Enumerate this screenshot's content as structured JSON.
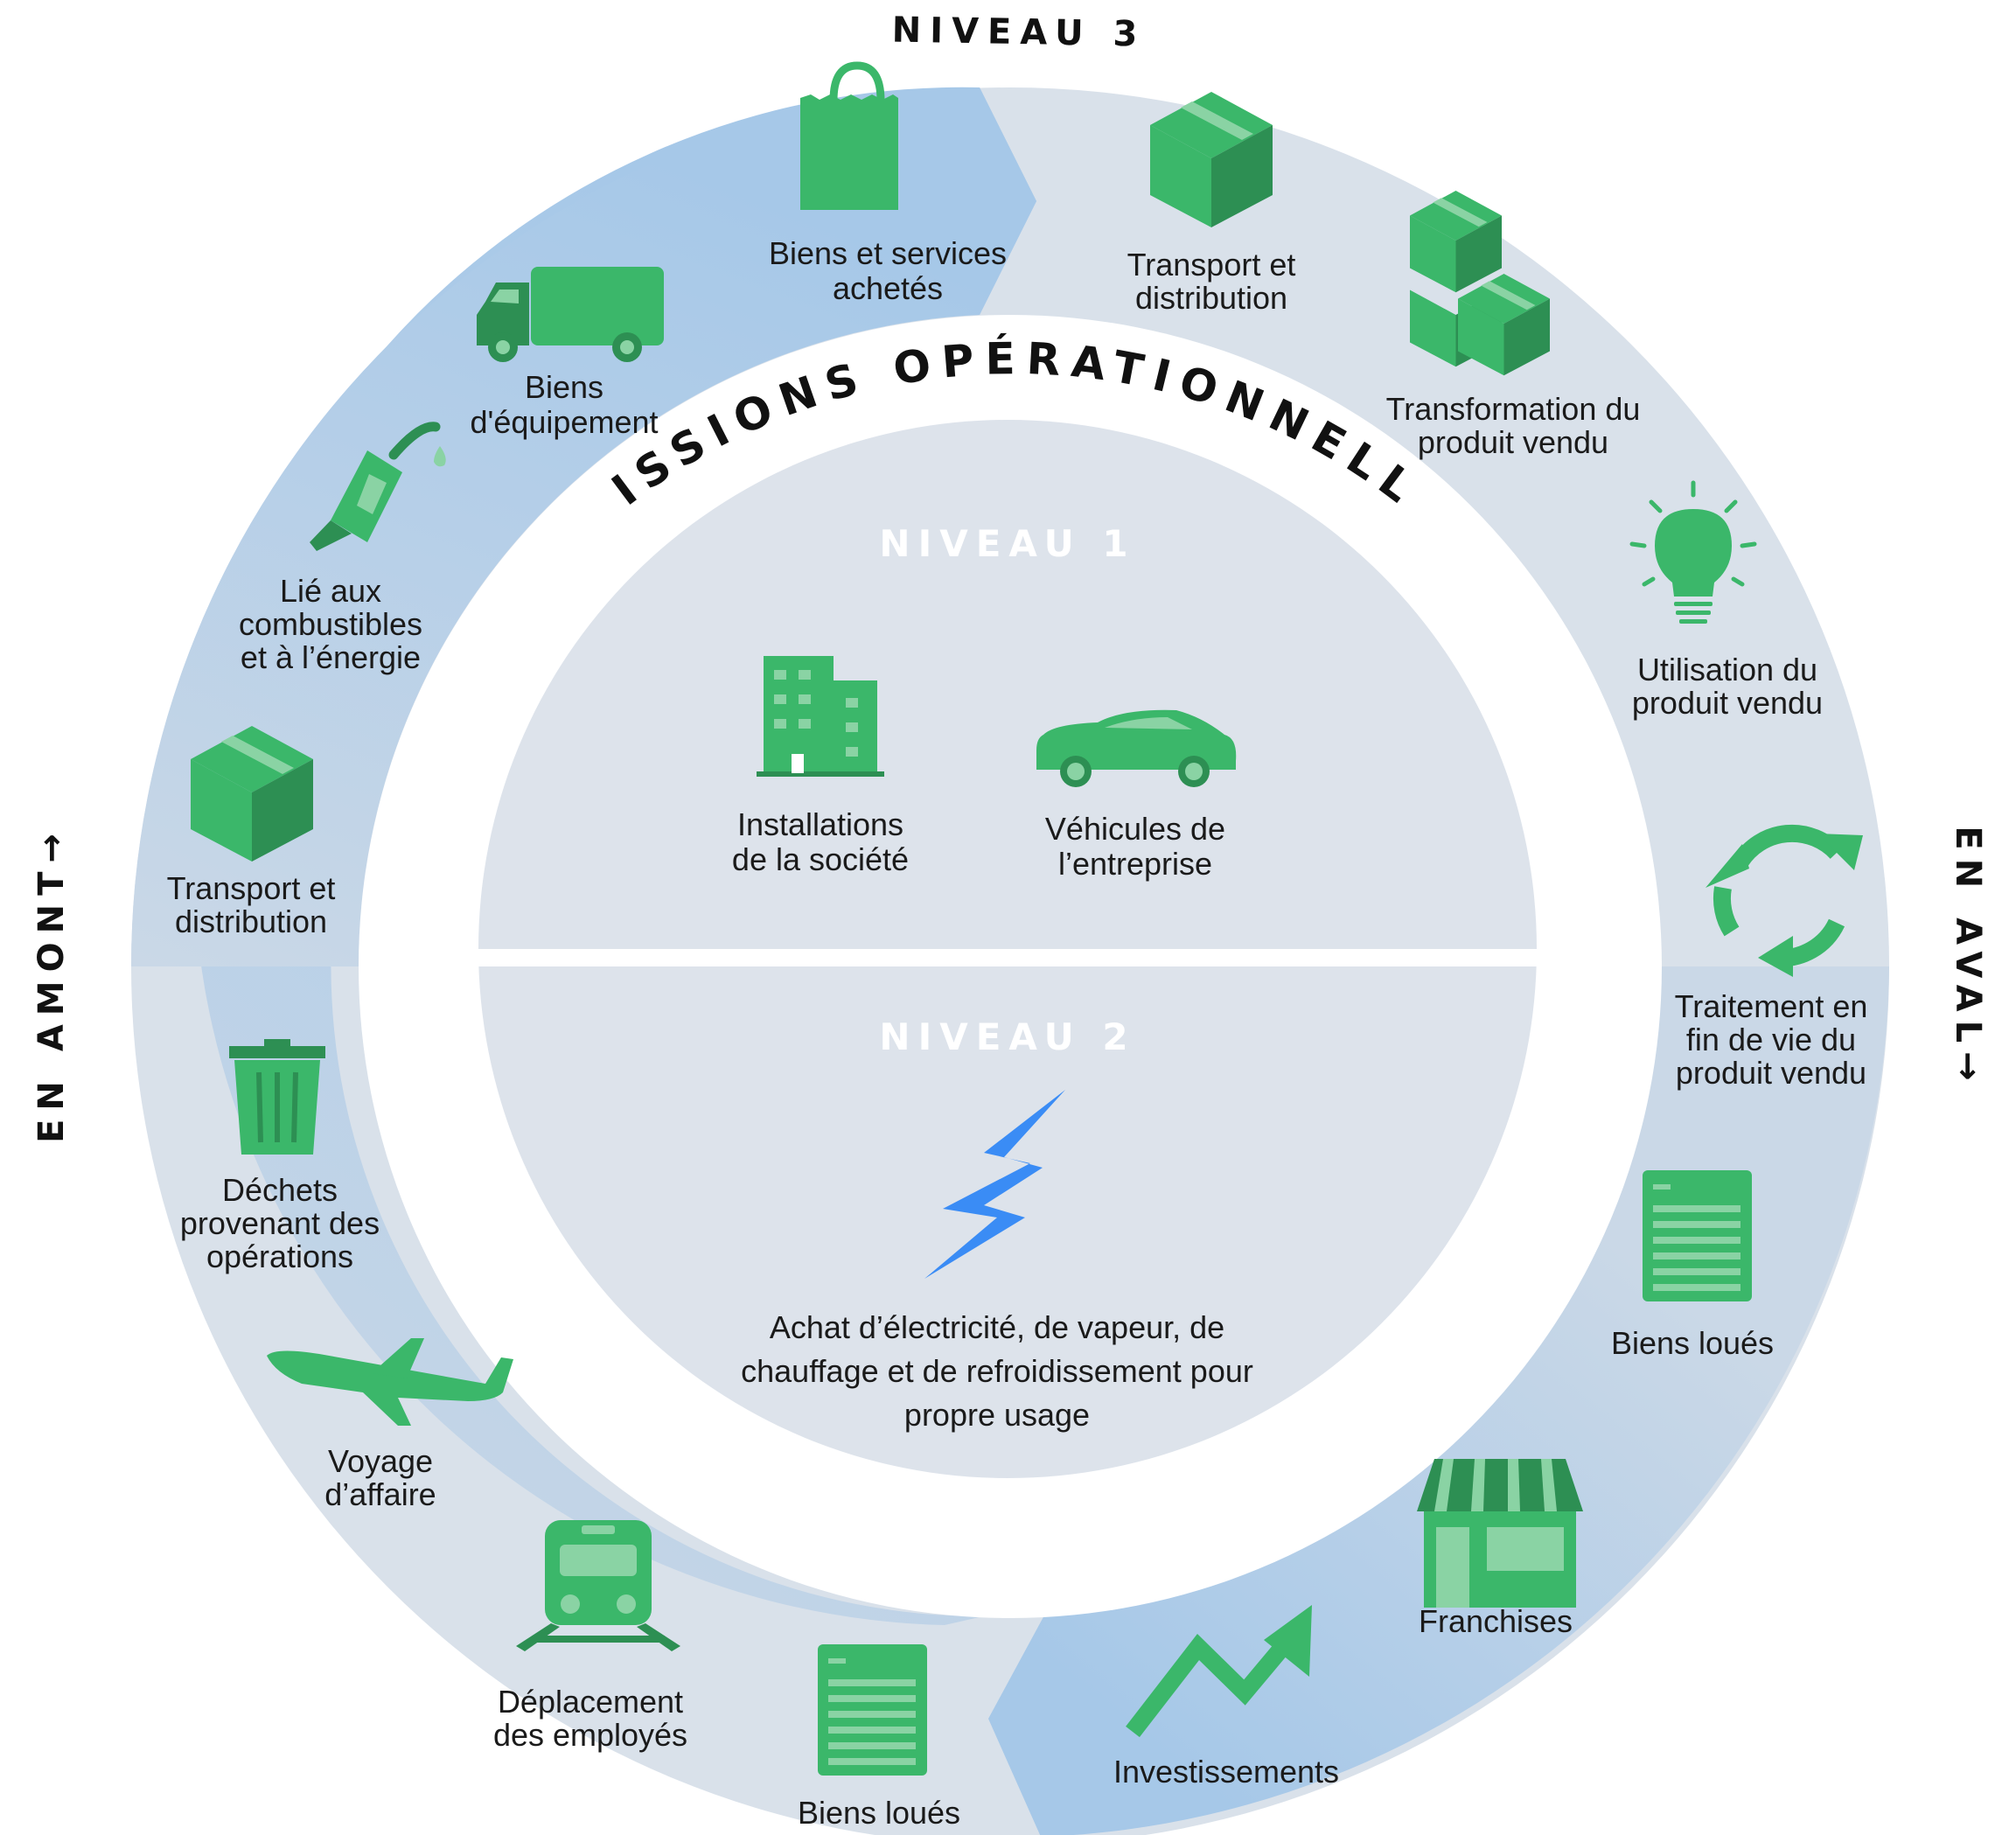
{
  "title_level3": "NIVEAU 3",
  "operational_title": "ÉMISSIONS OPÉRATIONNELLES",
  "upstream_label": "EN AMONT→",
  "downstream_label": "EN AVAL→",
  "level1": {
    "title": "NIVEAU 1",
    "items": [
      {
        "icon": "building-icon",
        "lines": [
          "Installations",
          "de la société"
        ]
      },
      {
        "icon": "car-icon",
        "lines": [
          "Véhicules de",
          "l’entreprise"
        ]
      }
    ]
  },
  "level2": {
    "title": "NIVEAU 2",
    "icon": "lightning-icon",
    "lines": [
      "Achat d’électricité, de vapeur, de",
      "chauffage et de refroidissement pour",
      "propre usage"
    ]
  },
  "upstream": [
    {
      "icon": "shopping-bag-icon",
      "lines": [
        "Biens et services",
        "achetés"
      ]
    },
    {
      "icon": "truck-icon",
      "lines": [
        "Biens",
        "d'équipement"
      ]
    },
    {
      "icon": "fuel-nozzle-icon",
      "lines": [
        "Lié aux",
        "combustibles",
        "et à l’énergie"
      ]
    },
    {
      "icon": "box-icon",
      "lines": [
        "Transport et",
        "distribution"
      ]
    },
    {
      "icon": "trash-can-icon",
      "lines": [
        "Déchets",
        "provenant des",
        "opérations"
      ]
    },
    {
      "icon": "airplane-icon",
      "lines": [
        "Voyage",
        "d’affaire"
      ]
    },
    {
      "icon": "train-icon",
      "lines": [
        "Déplacement",
        "des employés"
      ]
    },
    {
      "icon": "document-icon",
      "lines": [
        "Biens loués"
      ]
    }
  ],
  "downstream": [
    {
      "icon": "box-icon",
      "lines": [
        "Transport et",
        "distribution"
      ]
    },
    {
      "icon": "stacked-boxes-icon",
      "lines": [
        "Transformation du",
        "produit vendu"
      ]
    },
    {
      "icon": "light-bulb-icon",
      "lines": [
        "Utilisation du",
        "produit vendu"
      ]
    },
    {
      "icon": "recycle-icon",
      "lines": [
        "Traitement en",
        "fin de vie du",
        "produit vendu"
      ]
    },
    {
      "icon": "document-icon",
      "lines": [
        "Biens loués"
      ]
    },
    {
      "icon": "storefront-icon",
      "lines": [
        "Franchises"
      ]
    },
    {
      "icon": "trend-arrow-icon",
      "lines": [
        "Investissements"
      ]
    }
  ],
  "colors": {
    "icon_green": "#3bb76a",
    "icon_dark_green": "#2d8f53",
    "ring_light": "#d9e1ea",
    "ring_blue": "#a9cae8",
    "inner_disk": "#dde3eb",
    "lightning_blue": "#3a8cf5"
  }
}
